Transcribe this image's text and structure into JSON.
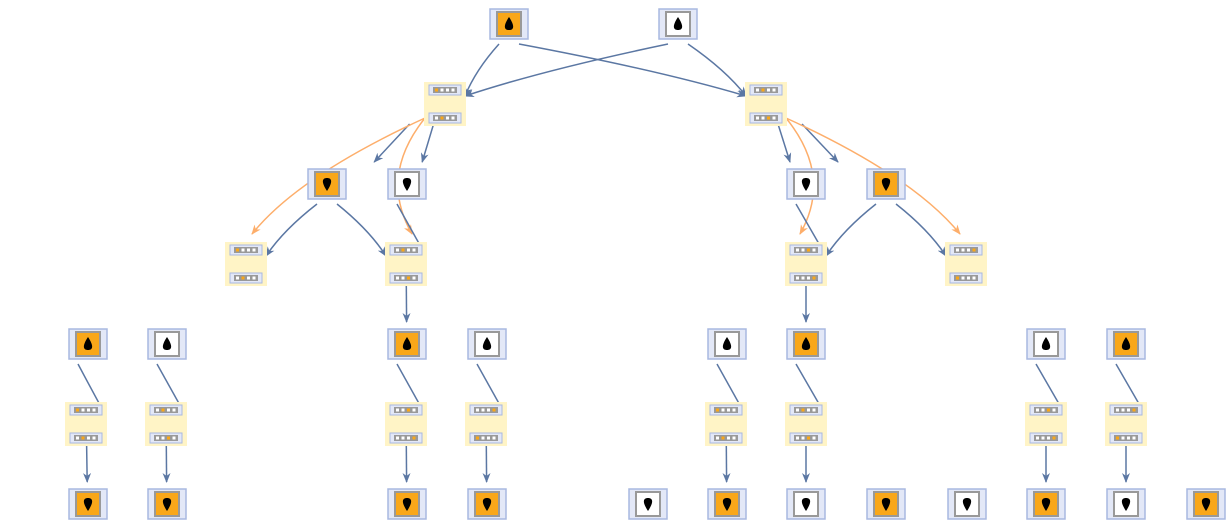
{
  "colors": {
    "orange": "#f9a719",
    "white": "#ffffff",
    "frame": "#a8b8e0",
    "frame_fill": "#e3e8f7",
    "state_fill": "#fff4c6",
    "edge_blue": "#5b77a3",
    "edge_orange": "#fdae6b"
  },
  "levels": [
    [
      "orange-drop-up",
      "white-drop-up"
    ],
    [
      "state",
      "state"
    ],
    [
      "orange-drop-down",
      "white-drop-down",
      "white-drop-down",
      "orange-drop-down"
    ],
    [
      "state",
      "state",
      "state",
      "state"
    ],
    [
      "orange-drop-up",
      "white-drop-up",
      "orange-drop-up",
      "white-drop-up",
      "white-drop-up",
      "orange-drop-up",
      "white-drop-up",
      "orange-drop-up"
    ],
    [
      "state",
      "state",
      "state",
      "state",
      "state",
      "state",
      "state",
      "state"
    ],
    [
      "orange-drop-down",
      "orange-drop-down",
      "orange-drop-down",
      "orange-drop-down",
      "white-drop-down",
      "orange-drop-down",
      "white-drop-down",
      "orange-drop-down",
      "white-drop-down",
      "orange-drop-down",
      "white-drop-down",
      "orange-drop-down"
    ]
  ]
}
